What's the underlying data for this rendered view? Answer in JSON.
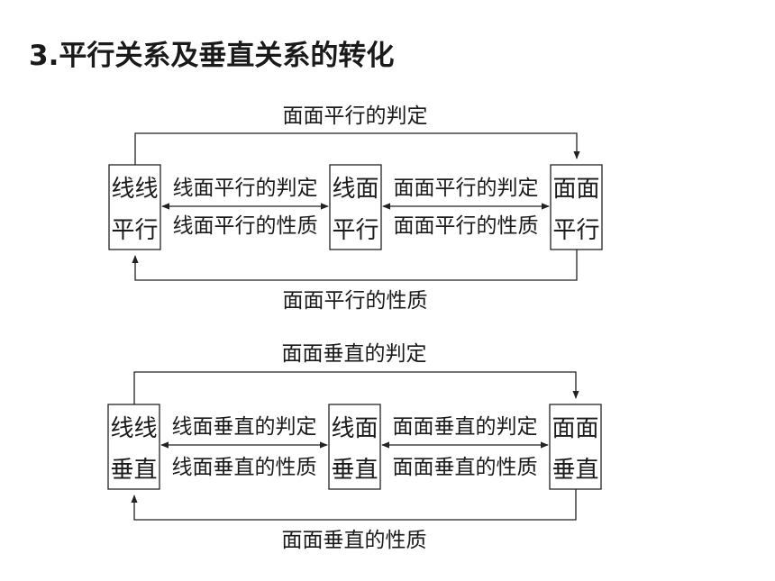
{
  "title": "3.平行关系及垂直关系的转化",
  "diagrams": [
    {
      "top_label": "面面平行的判定",
      "bottom_label": "面面平行的性质",
      "boxes": [
        {
          "line1": "线线",
          "line2": "平行"
        },
        {
          "line1": "线面",
          "line2": "平行"
        },
        {
          "line1": "面面",
          "line2": "平行"
        }
      ],
      "arrow1_top": "线面平行的判定",
      "arrow1_bottom": "线面平行的性质",
      "arrow2_top": "面面平行的判定",
      "arrow2_bottom": "面面平行的性质"
    },
    {
      "top_label": "面面垂直的判定",
      "bottom_label": "面面垂直的性质",
      "boxes": [
        {
          "line1": "线线",
          "line2": "垂直"
        },
        {
          "line1": "线面",
          "line2": "垂直"
        },
        {
          "line1": "面面",
          "line2": "垂直"
        }
      ],
      "arrow1_top": "线面垂直的判定",
      "arrow1_bottom": "线面垂直的性质",
      "arrow2_top": "面面垂直的判定",
      "arrow2_bottom": "面面垂直的性质"
    }
  ]
}
